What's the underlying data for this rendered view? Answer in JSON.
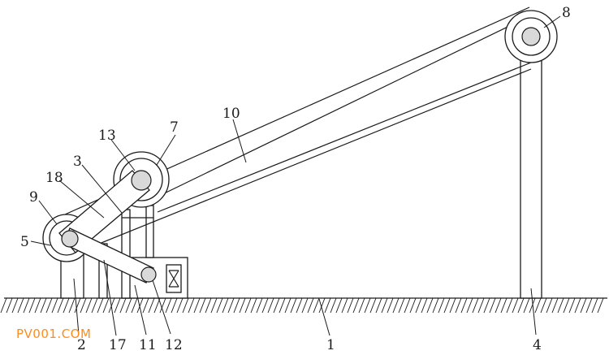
{
  "diagram": {
    "labels": {
      "l1": "1",
      "l2": "2",
      "l3": "3",
      "l4": "4",
      "l5": "5",
      "l7": "7",
      "l8": "8",
      "l9": "9",
      "l10": "10",
      "l11": "11",
      "l12": "12",
      "l13": "13",
      "l17": "17",
      "l18": "18"
    }
  },
  "watermark": "PV001.COM",
  "colors": {
    "line": "#1a1a1a",
    "axle_fill": "#d9d9d9",
    "watermark": "#ff8c1a"
  }
}
